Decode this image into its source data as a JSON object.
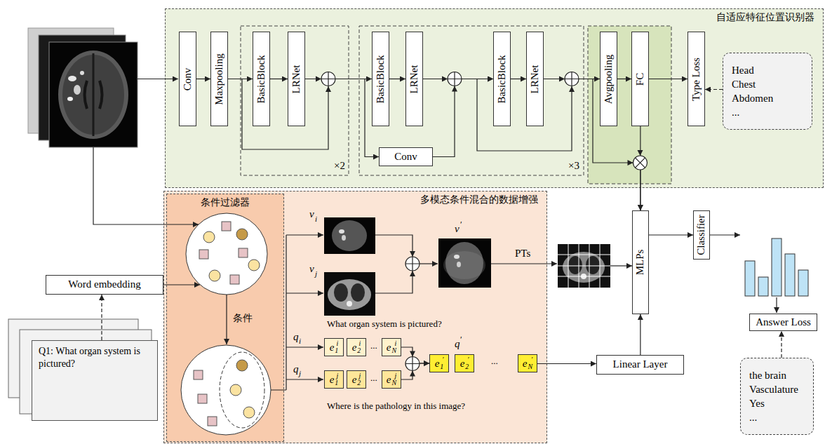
{
  "diagram": {
    "nodes": [
      {
        "text": [
          "自适应特征位置识别器"
        ]
      },
      {
        "text": [
          "Conv"
        ],
        "in": 0
      },
      {
        "text": [
          "Maxpooling"
        ],
        "in": 0
      },
      {
        "text": [
          "BasicBlock"
        ],
        "in": 0
      },
      {
        "text": [
          "LRNet"
        ],
        "in": 0
      },
      {
        "text": [
          "BasicBlock"
        ],
        "in": 0
      },
      {
        "text": [
          "LRNet"
        ],
        "in": 0
      },
      {
        "text": [
          "Conv"
        ],
        "in": 0
      },
      {
        "text": [
          "BasicBlock"
        ],
        "in": 0
      },
      {
        "text": [
          "LRNet"
        ],
        "in": 0
      },
      {
        "text": [
          "Avgpooling"
        ],
        "in": 0
      },
      {
        "text": [
          "FC"
        ],
        "in": 0
      },
      {
        "text": [
          "Type Loss"
        ],
        "in": 0
      },
      {
        "text": [
          "Head",
          "Chest",
          "Abdomen",
          "..."
        ],
        "in": 0
      },
      {
        "text": [
          "Word embedding"
        ]
      },
      {
        "text": [
          "多模态条件混合的数据增强"
        ]
      },
      {
        "text": [
          "条件过滤器"
        ],
        "in": 15
      },
      {
        "text": [
          "Q1: What organ system is pictured?"
        ]
      },
      {
        "text": [
          "e",
          "i",
          "1"
        ],
        "in": 15
      },
      {
        "text": [
          "e",
          "i",
          "2"
        ],
        "in": 15
      },
      {
        "text": [
          "e",
          "i",
          "N"
        ],
        "in": 15
      },
      {
        "text": [
          "e",
          "j",
          "1"
        ],
        "in": 15
      },
      {
        "text": [
          "e",
          "j",
          "2"
        ],
        "in": 15
      },
      {
        "text": [
          "e",
          "j",
          "N"
        ],
        "in": 15
      },
      {
        "text": [
          "e",
          "′",
          "1"
        ],
        "in": 15
      },
      {
        "text": [
          "e",
          "′",
          "2"
        ],
        "in": 15
      },
      {
        "text": [
          "e",
          "′",
          "N"
        ],
        "in": 15
      },
      {
        "text": [
          "MLPs"
        ]
      },
      {
        "text": [
          "Classifier"
        ]
      },
      {
        "text": [
          "Answer Loss"
        ]
      },
      {
        "text": [
          "Linear Layer"
        ]
      },
      {
        "text": [
          "the brain",
          "Vasculature",
          "Yes",
          "..."
        ]
      }
    ],
    "edges": [
      {
        "from": 1,
        "to": 2,
        "arrow": "to"
      },
      {
        "from": 2,
        "to": 3,
        "arrow": "to"
      },
      {
        "from": 3,
        "to": 4,
        "arrow": "to"
      },
      {
        "from": 4,
        "to": 5,
        "arrow": "to"
      },
      {
        "from": 4,
        "to": 7,
        "arrow": "to"
      },
      {
        "from": 5,
        "to": 6,
        "arrow": "to"
      },
      {
        "from": 6,
        "to": 8,
        "arrow": "to"
      },
      {
        "from": 7,
        "to": 8,
        "arrow": "to"
      },
      {
        "from": 8,
        "to": 9,
        "arrow": "to"
      },
      {
        "from": 9,
        "to": 10,
        "arrow": "to"
      },
      {
        "from": 10,
        "to": 11,
        "arrow": "to"
      },
      {
        "from": 11,
        "to": 12,
        "arrow": "to"
      },
      {
        "from": 13,
        "to": 12,
        "arrow": "to"
      },
      {
        "from": 11,
        "to": 27,
        "arrow": "to"
      },
      {
        "from": 9,
        "to": 27,
        "arrow": "to"
      },
      {
        "from": 17,
        "to": 14,
        "arrow": "to"
      },
      {
        "from": 20,
        "to": 24,
        "arrow": "to"
      },
      {
        "from": 23,
        "to": 24,
        "arrow": "to"
      },
      {
        "from": 26,
        "to": 30,
        "arrow": "to"
      },
      {
        "from": 30,
        "to": 27,
        "arrow": "to"
      },
      {
        "from": 27,
        "to": 28,
        "arrow": "to"
      },
      {
        "from": 31,
        "to": 29,
        "arrow": "to"
      }
    ],
    "labels": [
      "×2",
      "×3",
      "条件",
      "v",
      "i",
      "v",
      "j",
      "v",
      "′",
      "PTs",
      "What organ system is pictured?",
      "q",
      "i",
      "q",
      "j",
      "...",
      "...",
      "q",
      "′",
      "...",
      "Where is the pathology in this image?"
    ]
  }
}
